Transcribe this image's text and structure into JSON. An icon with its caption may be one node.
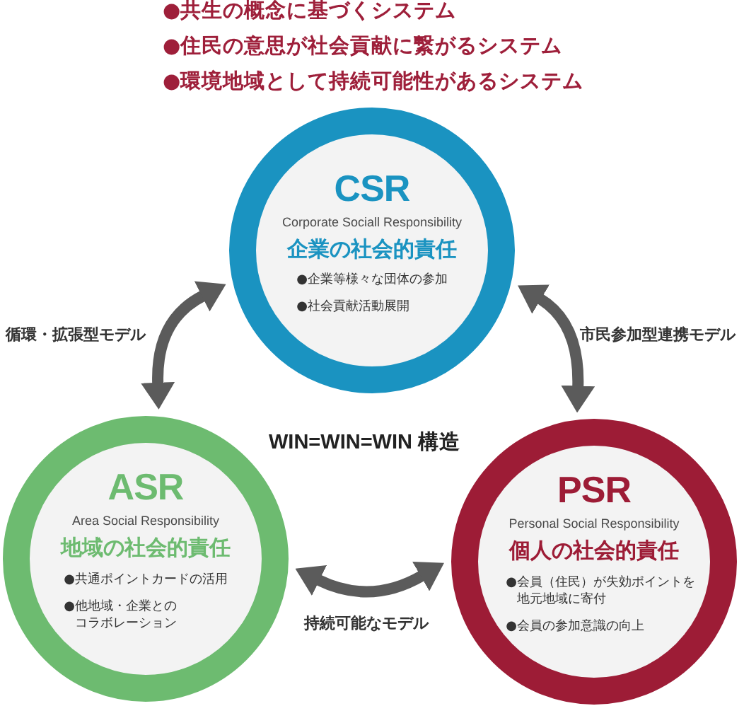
{
  "diagram": {
    "nodes": [
      {
        "text": [
          "CSR",
          "Corporate Sociall Responsibility",
          "企業の社会的責任",
          "●企業等様々な団体の参加",
          "●社会貢献活動展開"
        ]
      },
      {
        "text": [
          "ASR",
          "Area Social Responsibility",
          "地域の社会的責任",
          "●共通ポイントカードの活用",
          "●他地域・企業とのコラボレーション"
        ]
      },
      {
        "text": [
          "PSR",
          "Personal Social Responsibility",
          "個人の社会的責任",
          "●会員（住民）が失効ポイントを地元地域に寄付",
          "●会員の参加意識の向上"
        ]
      }
    ],
    "edges": [
      {
        "from": 0,
        "to": 1,
        "arrow": "both",
        "label": "循環・拡張型モデル"
      },
      {
        "from": 0,
        "to": 2,
        "arrow": "both",
        "label": "市民参加型連携モデル"
      },
      {
        "from": 1,
        "to": 2,
        "arrow": "both",
        "label": "持続可能なモデル"
      }
    ],
    "labels": [
      "●共生の概念に基づくシステム",
      "●住民の意思が社会貢献に繋がるシステム",
      "●環境地域として持続可能性があるシステム",
      "WIN=WIN=WIN 構造"
    ]
  }
}
